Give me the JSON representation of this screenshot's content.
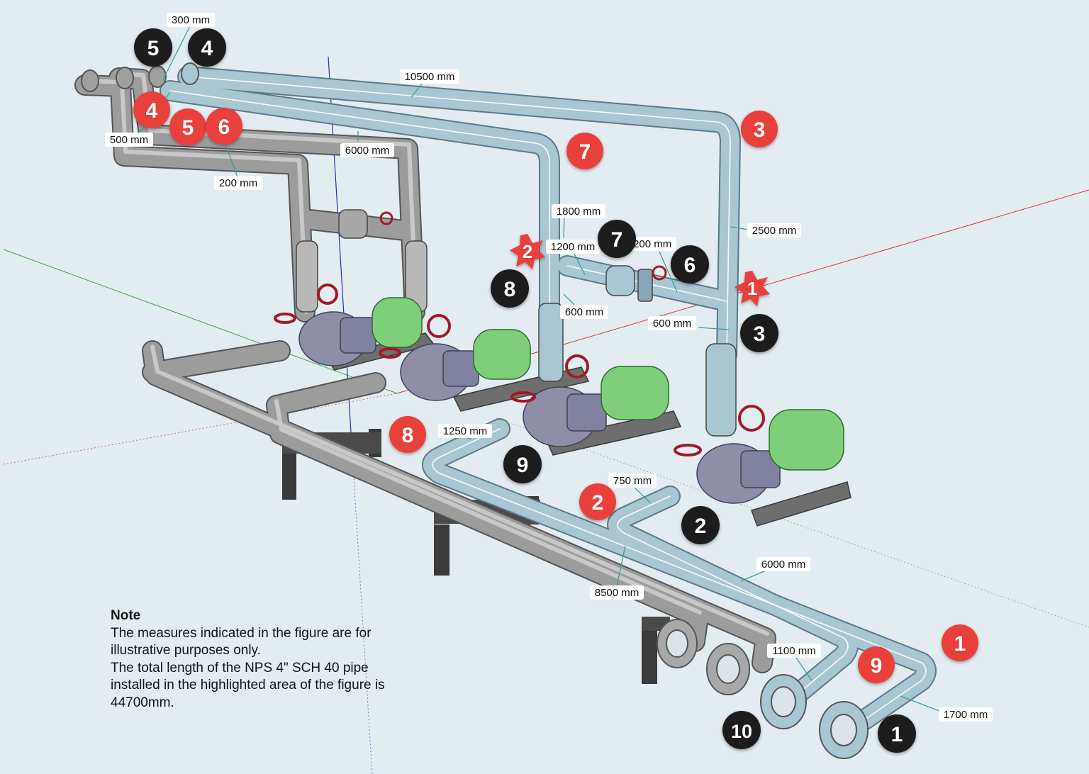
{
  "dimensions": [
    {
      "id": "d300",
      "text": "300 mm"
    },
    {
      "id": "d10500",
      "text": "10500 mm"
    },
    {
      "id": "d500",
      "text": "500 mm"
    },
    {
      "id": "d6000a",
      "text": "6000 mm"
    },
    {
      "id": "d200",
      "text": "200 mm"
    },
    {
      "id": "d1800",
      "text": "1800 mm"
    },
    {
      "id": "d2500",
      "text": "2500 mm"
    },
    {
      "id": "d1200a",
      "text": "1200 mm"
    },
    {
      "id": "d1200b",
      "text": "1200 mm"
    },
    {
      "id": "d600a",
      "text": "600 mm"
    },
    {
      "id": "d600b",
      "text": "600 mm"
    },
    {
      "id": "d1250",
      "text": "1250 mm"
    },
    {
      "id": "d750",
      "text": "750 mm"
    },
    {
      "id": "d6000b",
      "text": "6000 mm"
    },
    {
      "id": "d8500",
      "text": "8500 mm"
    },
    {
      "id": "d1100",
      "text": "1100 mm"
    },
    {
      "id": "d1700",
      "text": "1700 mm"
    }
  ],
  "black_markers": [
    {
      "id": "b5",
      "text": "5"
    },
    {
      "id": "b4",
      "text": "4"
    },
    {
      "id": "b7",
      "text": "7"
    },
    {
      "id": "b6",
      "text": "6"
    },
    {
      "id": "b8",
      "text": "8"
    },
    {
      "id": "b3",
      "text": "3"
    },
    {
      "id": "b9",
      "text": "9"
    },
    {
      "id": "b2",
      "text": "2"
    },
    {
      "id": "b10",
      "text": "10"
    },
    {
      "id": "b1",
      "text": "1"
    }
  ],
  "red_markers": [
    {
      "id": "r4",
      "text": "4"
    },
    {
      "id": "r5",
      "text": "5"
    },
    {
      "id": "r6",
      "text": "6"
    },
    {
      "id": "r3",
      "text": "3"
    },
    {
      "id": "r7",
      "text": "7"
    },
    {
      "id": "r8",
      "text": "8"
    },
    {
      "id": "r2",
      "text": "2"
    },
    {
      "id": "r1",
      "text": "1"
    },
    {
      "id": "r9",
      "text": "9"
    }
  ],
  "star_markers": [
    {
      "id": "s2",
      "text": "2"
    },
    {
      "id": "s1",
      "text": "1"
    }
  ],
  "note": {
    "title": "Note",
    "line1": "The measures indicated in the figure are for illustrative purposes only.",
    "line2": "The total length of the NPS 4\" SCH 40 pipe installed in the highlighted area of the figure is 44700mm."
  },
  "colors": {
    "background": "#e3ecf1",
    "highlighted_pipe": "#a9c6d3",
    "grey_pipe": "#9a9a9a",
    "red_marker": "#e8413a",
    "black_marker": "#1d1d1d",
    "motor": "#7fcf7a",
    "pump": "#8e8ea6",
    "valve_wheel": "#a3182a"
  }
}
